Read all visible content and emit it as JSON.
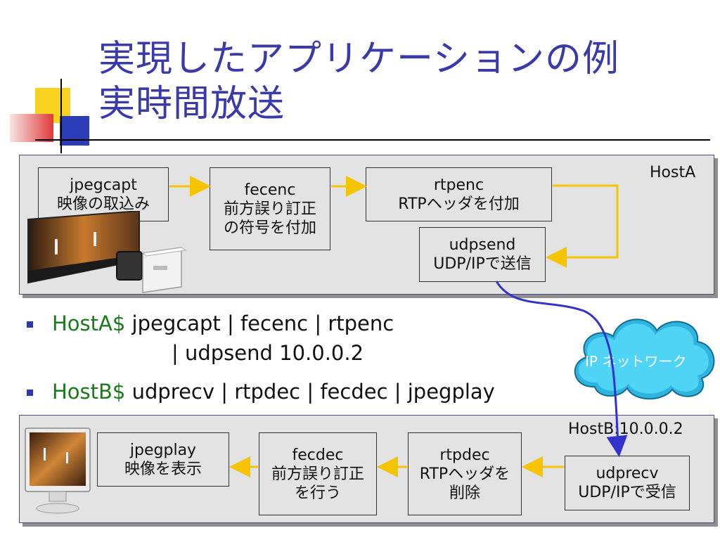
{
  "title": {
    "line1": "実現したアプリケーションの例",
    "line2": "実時間放送"
  },
  "host_a": {
    "label": "HostA",
    "nodes": [
      {
        "name": "jpegcapt",
        "desc": "映像の取込み"
      },
      {
        "name": "fecenc",
        "desc": "前方誤り訂正",
        "desc2": "の符号を付加"
      },
      {
        "name": "rtpenc",
        "desc": "RTPヘッダを付加"
      },
      {
        "name": "udpsend",
        "desc": "UDP/IPで送信"
      }
    ]
  },
  "host_b": {
    "label": "HostB:10.0.0.2",
    "nodes": [
      {
        "name": "jpegplay",
        "desc": "映像を表示"
      },
      {
        "name": "fecdec",
        "desc": "前方誤り訂正",
        "desc2": "を行う"
      },
      {
        "name": "rtpdec",
        "desc": "RTPヘッダを",
        "desc2": "削除"
      },
      {
        "name": "udprecv",
        "desc": "UDP/IPで受信"
      }
    ]
  },
  "network": {
    "label": "IP ネットワーク"
  },
  "commands": [
    {
      "prompt": "HostA$",
      "text": " jpegcapt | fecenc | rtpenc",
      "cont": "| udpsend 10.0.0.2"
    },
    {
      "prompt": "HostB$",
      "text": " udprecv | rtpdec | fecdec | jpegplay"
    }
  ],
  "colors": {
    "title": "#3a3aa8",
    "arrow": "#f5c400",
    "network_link": "#3333cc",
    "cloud": "#39c8ee",
    "prompt": "#1b7a1b"
  },
  "icons": [
    "video-camera-icon",
    "monitor-icon"
  ]
}
